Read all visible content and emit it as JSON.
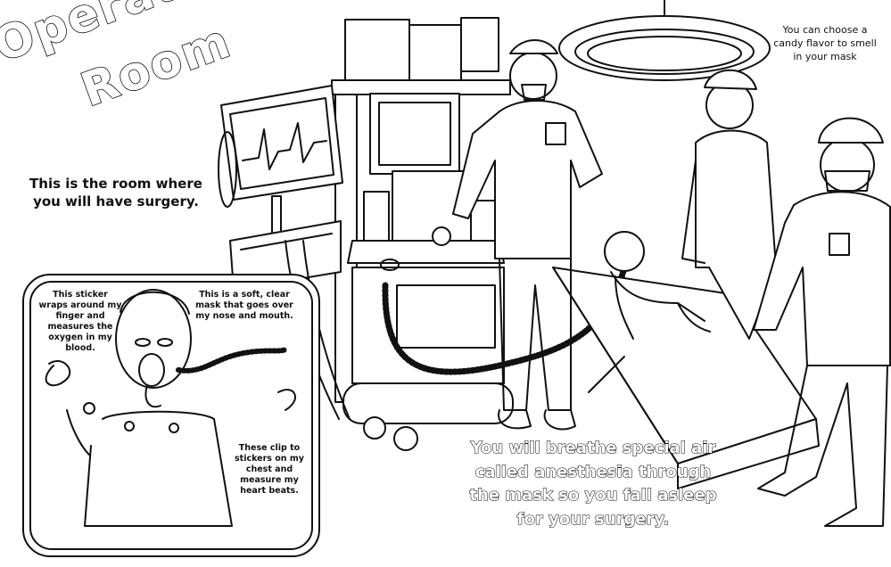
{
  "title": {
    "line1": "Operating",
    "line2": "Room"
  },
  "intro_text": "This is the room where you will have surgery.",
  "captions": {
    "candy_flavor": "You can choose a candy flavor to smell in your mask",
    "sticker": "This sticker wraps around my finger and measures the oxygen in my blood.",
    "mask": "This is a soft, clear mask that goes over my nose and mouth.",
    "clips": "These clip to stickers on my chest and measure my heart beats.",
    "anesthesia": "You will breathe special air called anesthesia through the mask so you fall asleep for your surgery."
  },
  "colors": {
    "line": "#111111",
    "background": "#ffffff"
  }
}
